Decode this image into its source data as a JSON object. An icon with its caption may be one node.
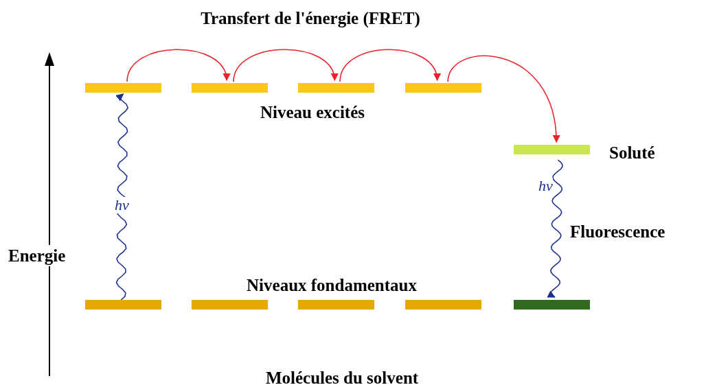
{
  "diagram": {
    "title": "Transfert de l'énergie (FRET)",
    "nodes": [
      {
        "text": [],
        "shape": "bar"
      },
      {
        "text": [],
        "shape": "bar"
      },
      {
        "text": [],
        "shape": "bar"
      },
      {
        "text": [],
        "shape": "bar"
      },
      {
        "text": [],
        "shape": "bar",
        "beside": [
          "Soluté"
        ]
      },
      {
        "text": [],
        "shape": "bar"
      },
      {
        "text": [],
        "shape": "bar"
      },
      {
        "text": [],
        "shape": "bar"
      },
      {
        "text": [],
        "shape": "bar"
      },
      {
        "text": [],
        "shape": "bar"
      }
    ],
    "edges": [
      {
        "from": 5,
        "to": 0,
        "arrow": "to",
        "label": "hν",
        "color": "#1f2f8f"
      },
      {
        "from": 0,
        "to": 1,
        "arrow": "to"
      },
      {
        "from": 1,
        "to": 2,
        "arrow": "to"
      },
      {
        "from": 2,
        "to": 3,
        "arrow": "to"
      },
      {
        "from": 3,
        "to": 4,
        "arrow": "to"
      },
      {
        "from": 4,
        "to": 9,
        "arrow": "to",
        "label": "hν",
        "color": "#1f2f8f"
      }
    ],
    "labels": [
      "Niveau excités",
      "Fluorescence",
      "Energie",
      "Niveaux fondamentaux",
      "Molécules du solvent"
    ]
  }
}
